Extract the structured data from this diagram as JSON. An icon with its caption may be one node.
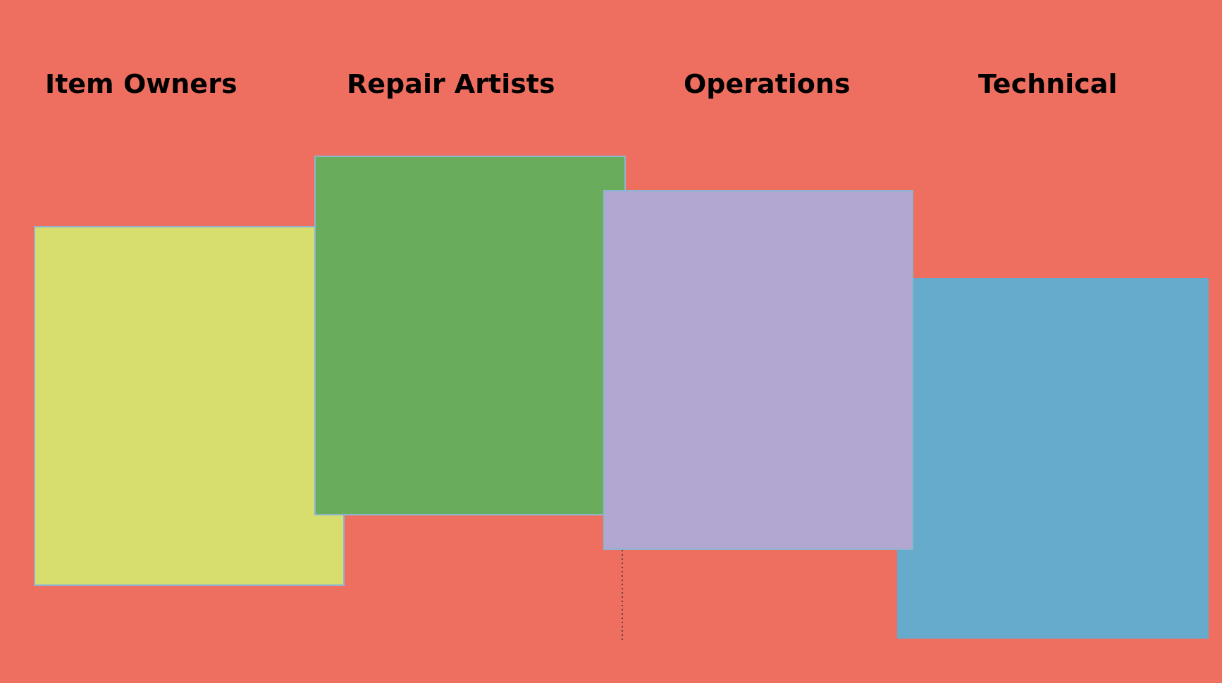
{
  "diagram": {
    "nodes": [
      {
        "text": [],
        "shape": "box"
      },
      {
        "text": [],
        "shape": "box"
      },
      {
        "text": [],
        "shape": "box"
      },
      {
        "text": [],
        "shape": "box"
      }
    ],
    "labels": [
      "Item Owners",
      "Repair Artists",
      "Operations",
      "Technical"
    ]
  }
}
